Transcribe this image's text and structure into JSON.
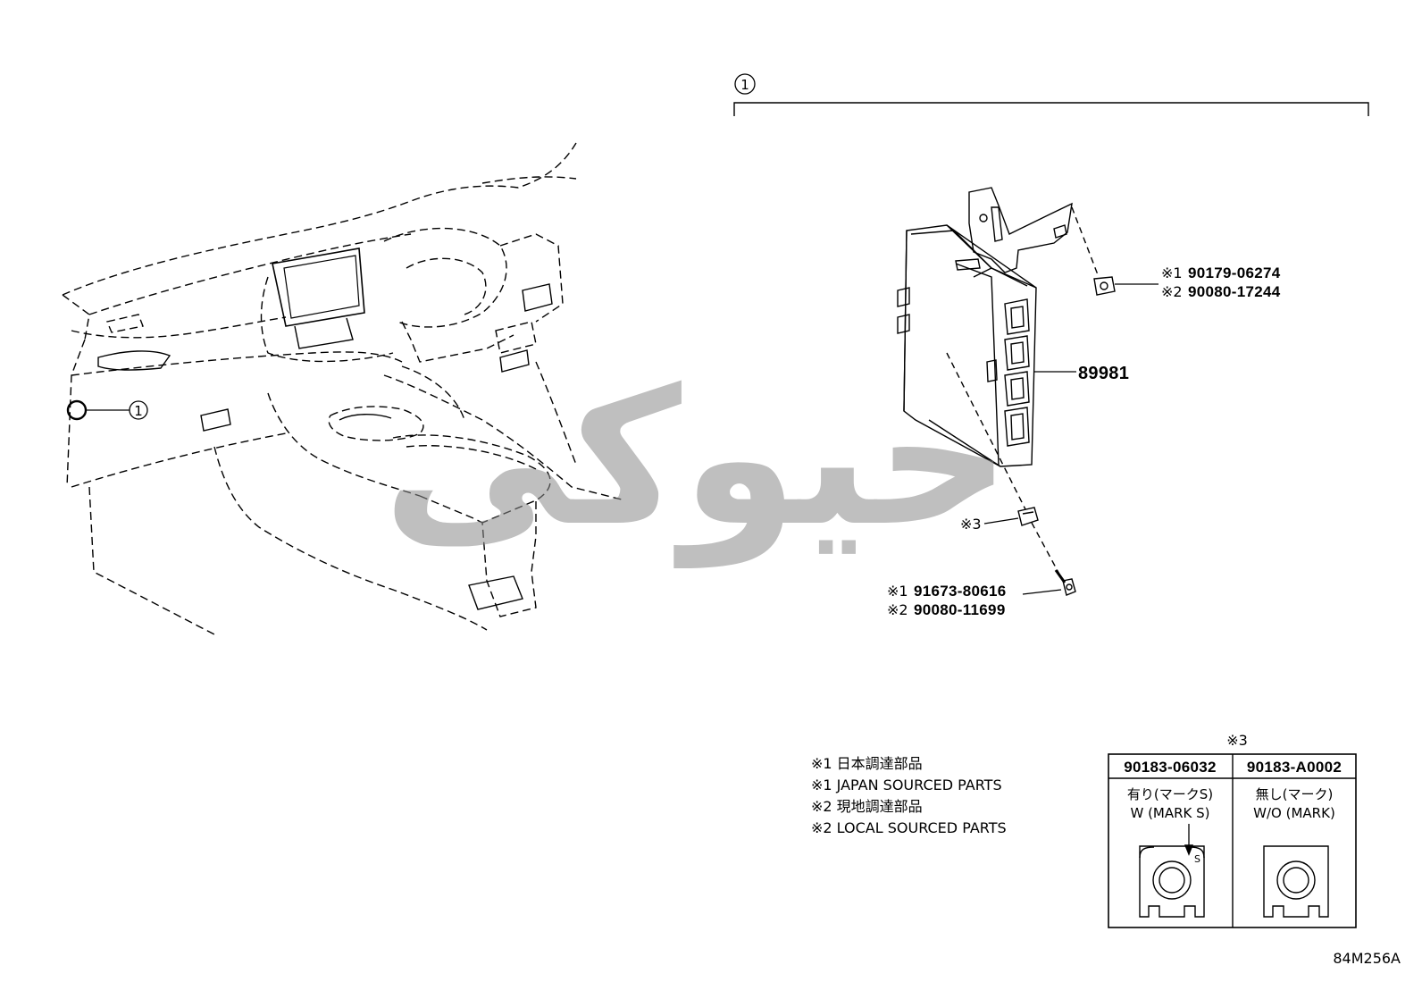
{
  "diagram": {
    "callout_number": "1",
    "part_main": "89981",
    "nut_upper": {
      "line1_mark": "※1",
      "line1_part": "90179-06274",
      "line2_mark": "※2",
      "line2_part": "90080-17244"
    },
    "clip_mark": "※3",
    "bolt_lower": {
      "line1_mark": "※1",
      "line1_part": "91673-80616",
      "line2_mark": "※2",
      "line2_part": "90080-11699"
    },
    "footnotes": [
      "※1 日本調達部品",
      "※1 JAPAN SOURCED PARTS",
      "※2 現地調達部品",
      "※2 LOCAL SOURCED PARTS"
    ],
    "table": {
      "title": "※3",
      "columns": [
        {
          "part": "90183-06032",
          "desc_jp": "有り(マークS)",
          "desc_en": "W (MARK S)",
          "mark_letter": "S"
        },
        {
          "part": "90183-A0002",
          "desc_jp": "無し(マーク)",
          "desc_en": "W/O (MARK)"
        }
      ]
    },
    "diagram_code": "84M256A",
    "watermark": "حیوکی"
  }
}
